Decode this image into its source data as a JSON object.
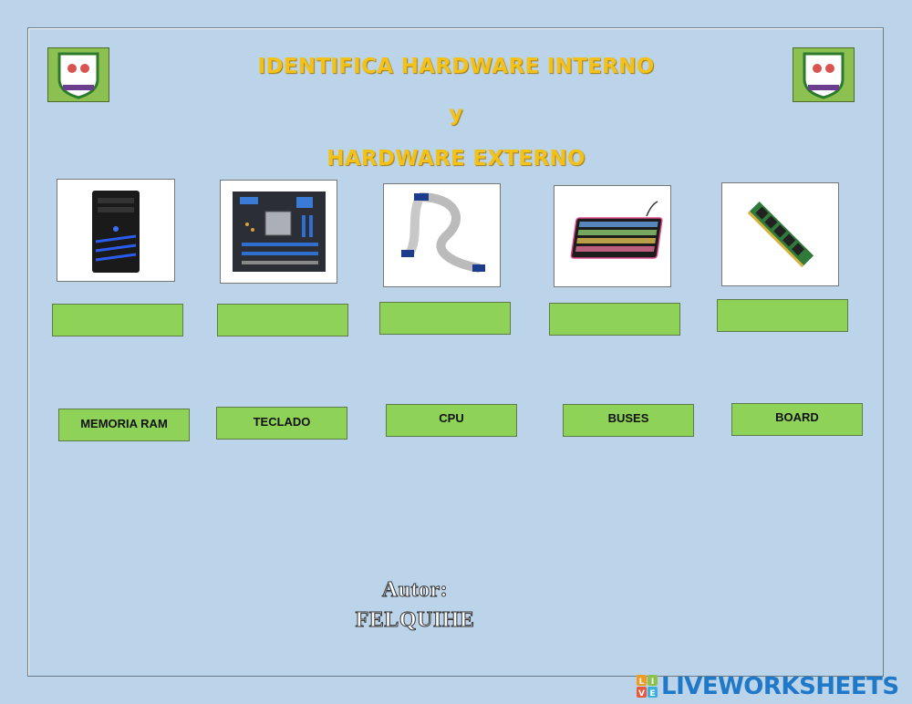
{
  "title": {
    "line1": "IDENTIFICA HARDWARE INTERNO",
    "line2": "y",
    "line3": "HARDWARE EXTERNO"
  },
  "images": [
    {
      "name": "cpu-tower-image"
    },
    {
      "name": "motherboard-image"
    },
    {
      "name": "ribbon-cable-image"
    },
    {
      "name": "keyboard-image"
    },
    {
      "name": "ram-module-image"
    }
  ],
  "labels": [
    "MEMORIA RAM",
    "TECLADO",
    "CPU",
    "BUSES",
    "BOARD"
  ],
  "author": {
    "line1": "Autor:",
    "line2": "FELQUIHE"
  },
  "brand": {
    "text": "LIVEWORKSHEETS",
    "badge_letters": [
      "L",
      "I",
      "V",
      "E"
    ]
  },
  "colors": {
    "background": "#bcd4ea",
    "title": "#f2c21a",
    "box_green": "#8ed257",
    "brand_blue": "#1f78c8"
  }
}
